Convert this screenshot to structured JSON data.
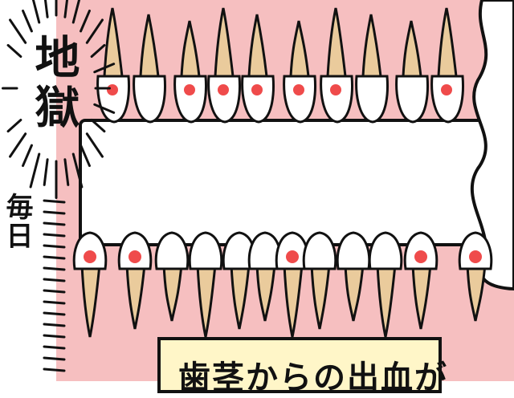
{
  "labels": {
    "jigoku": "地獄",
    "mainichi": "毎日",
    "caption": "歯茎からの出血が"
  },
  "colors": {
    "gum": "#f6bfc0",
    "tooth_root": "#eacb9c",
    "cavity": "#ef4b4b",
    "caption_bg": "#fff6c8",
    "ink": "#111111"
  },
  "icons": {
    "upper_teeth": "molar-icon",
    "lower_teeth": "molar-icon"
  }
}
